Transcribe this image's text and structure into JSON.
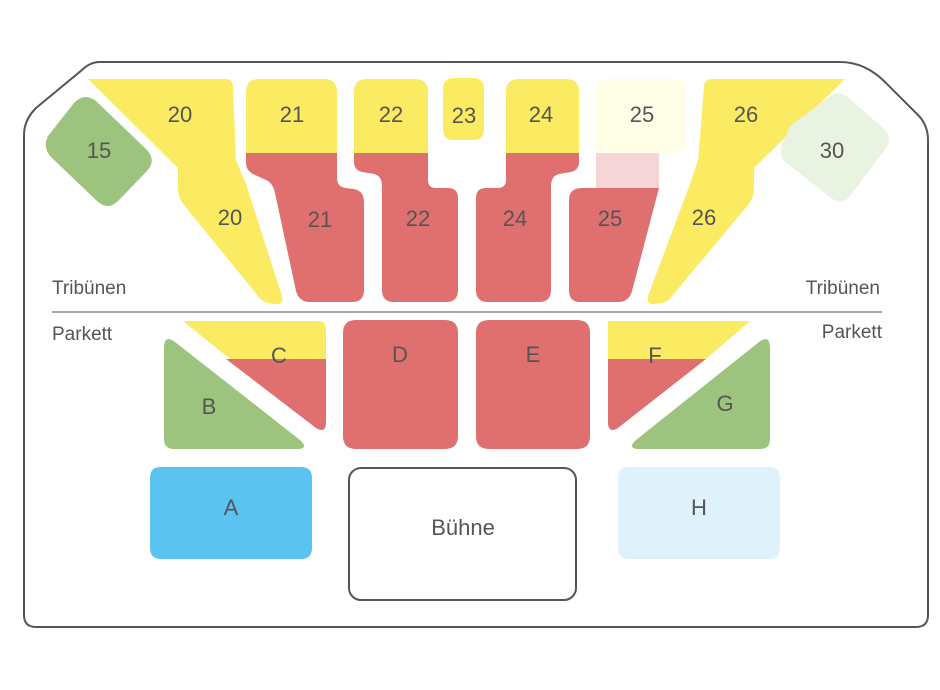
{
  "colors": {
    "available_yellow": "#fbeb63",
    "faded_yellow": "#fefde6",
    "red": "#e07070",
    "faded_red": "#f5d5d7",
    "green": "#9dc47f",
    "faded_green": "#e9f3e1",
    "blue": "#5bc3f0",
    "faded_blue": "#dff1fb",
    "outline": "#555555",
    "divider": "#888888"
  },
  "areas": {
    "tribunes_left": "Tribünen",
    "tribunes_right": "Tribünen",
    "parquet_left": "Parkett",
    "parquet_right": "Parkett"
  },
  "stage": {
    "label": "Bühne"
  },
  "blocks": [
    {
      "id": "15",
      "label": "15",
      "color": "green"
    },
    {
      "id": "20-upper",
      "label": "20",
      "color": "available_yellow"
    },
    {
      "id": "20-lower",
      "label": "20",
      "color": "available_yellow"
    },
    {
      "id": "21-upper",
      "label": "21",
      "color": "available_yellow"
    },
    {
      "id": "21-lower",
      "label": "21",
      "color": "red"
    },
    {
      "id": "22-upper",
      "label": "22",
      "color": "available_yellow"
    },
    {
      "id": "22-lower",
      "label": "22",
      "color": "red"
    },
    {
      "id": "23",
      "label": "23",
      "color": "available_yellow"
    },
    {
      "id": "24-upper",
      "label": "24",
      "color": "available_yellow"
    },
    {
      "id": "24-lower",
      "label": "24",
      "color": "red"
    },
    {
      "id": "25-upper",
      "label": "25",
      "color": "faded_yellow"
    },
    {
      "id": "25-lower",
      "label": "25",
      "color": "red"
    },
    {
      "id": "26-upper",
      "label": "26",
      "color": "available_yellow"
    },
    {
      "id": "26-lower",
      "label": "26",
      "color": "available_yellow"
    },
    {
      "id": "30",
      "label": "30",
      "color": "faded_green"
    },
    {
      "id": "C",
      "label": "C",
      "color": "available_yellow"
    },
    {
      "id": "B",
      "label": "B",
      "color": "green"
    },
    {
      "id": "D",
      "label": "D",
      "color": "red"
    },
    {
      "id": "E",
      "label": "E",
      "color": "red"
    },
    {
      "id": "F",
      "label": "F",
      "color": "available_yellow"
    },
    {
      "id": "G",
      "label": "G",
      "color": "green"
    },
    {
      "id": "A",
      "label": "A",
      "color": "blue"
    },
    {
      "id": "H",
      "label": "H",
      "color": "faded_blue"
    }
  ]
}
